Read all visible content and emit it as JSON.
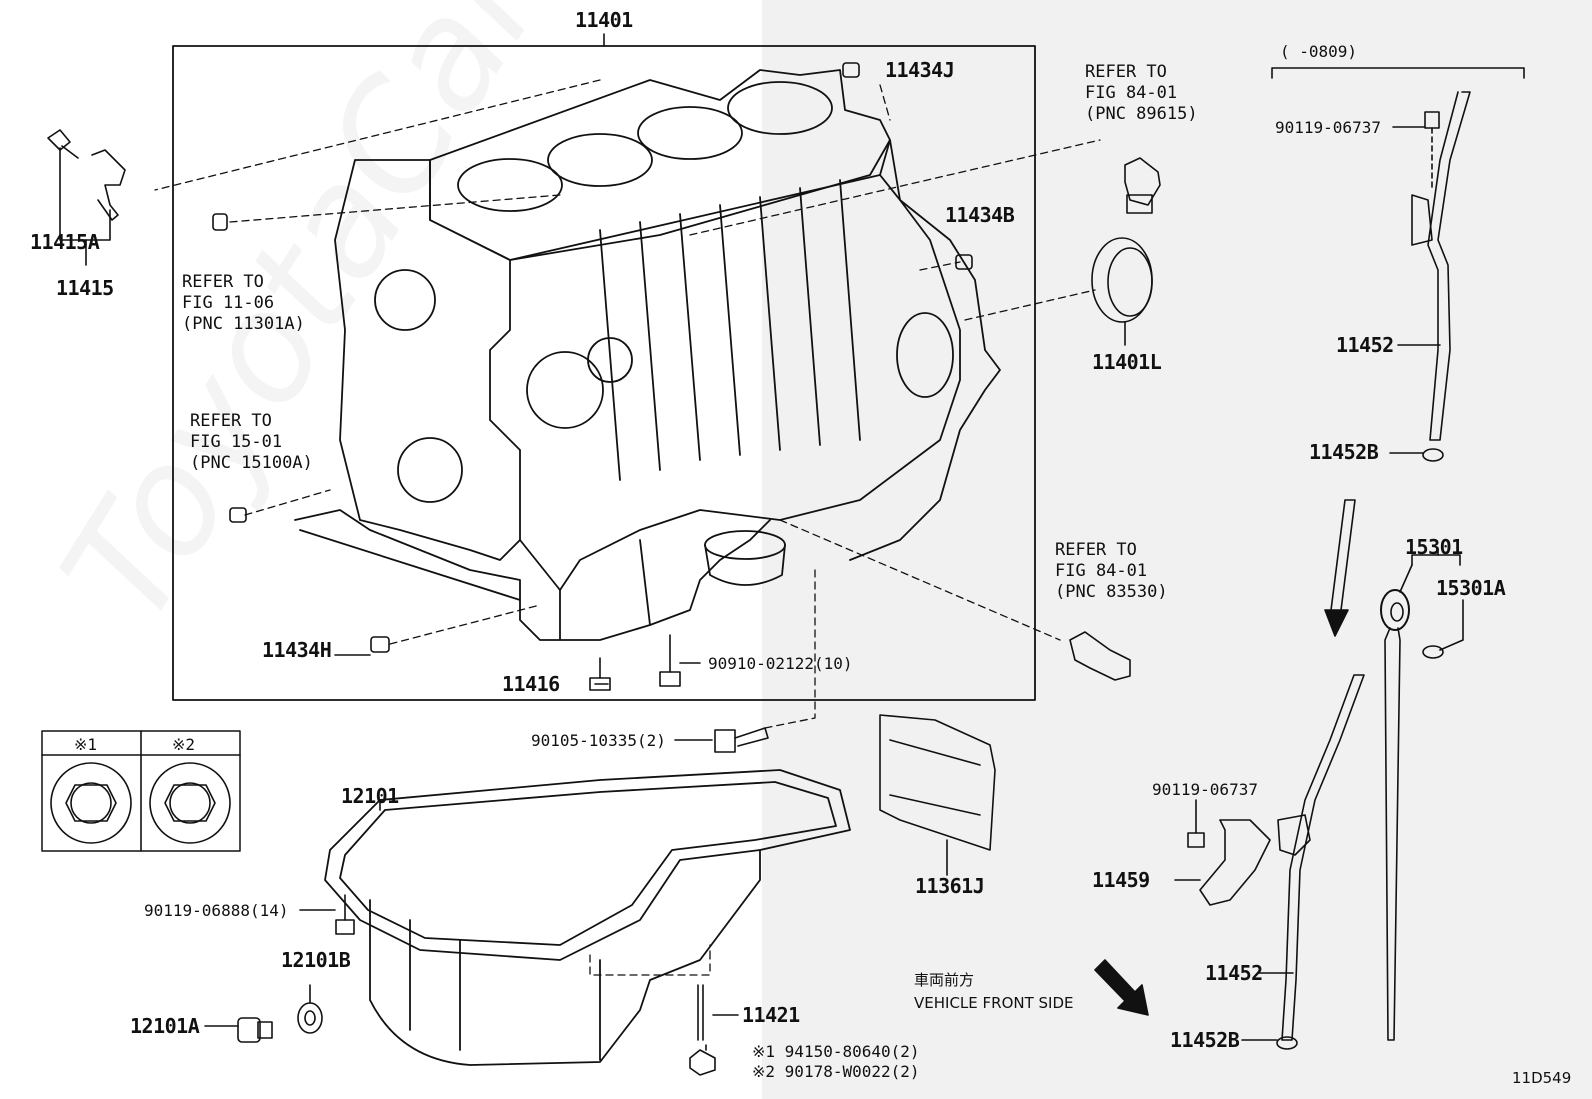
{
  "watermark": "ToyotaCarsParts.ru",
  "diagram_code": "11D549",
  "labels": {
    "p11401": "11401",
    "p11434J": "11434J",
    "p11434B": "11434B",
    "p11434H": "11434H",
    "p11415A": "11415A",
    "p11415": "11415",
    "p11401L": "11401L",
    "p11416": "11416",
    "p90910": "90910-02122(10)",
    "p90105": "90105-10335(2)",
    "p12101": "12101",
    "p90119_06888": "90119-06888(14)",
    "p12101B": "12101B",
    "p12101A": "12101A",
    "p11421": "11421",
    "p94150": "※1 94150-80640(2)",
    "p90178": "※2 90178-W0022(2)",
    "p11361J": "11361J",
    "p90119_06737_top": "90119-06737",
    "p11452_top": "11452",
    "p11452B_top": "11452B",
    "p15301": "15301",
    "p15301A": "15301A",
    "p90119_06737_bot": "90119-06737",
    "p11459": "11459",
    "p11452_bot": "11452",
    "p11452B_bot": "11452B",
    "date_range": "(   -0809)",
    "vehicle_front_jp": "車両前方",
    "vehicle_front_en": "VEHICLE FRONT SIDE"
  },
  "references": [
    {
      "line1": "REFER TO",
      "line2": "FIG 11-06",
      "line3": "(PNC 11301A)"
    },
    {
      "line1": "REFER TO",
      "line2": "FIG 15-01",
      "line3": "(PNC 15100A)"
    },
    {
      "line1": "REFER TO",
      "line2": "FIG 84-01",
      "line3": "(PNC 89615)"
    },
    {
      "line1": "REFER TO",
      "line2": "FIG 84-01",
      "line3": "(PNC 83530)"
    }
  ],
  "legend": {
    "col1": "※1",
    "col2": "※2"
  }
}
